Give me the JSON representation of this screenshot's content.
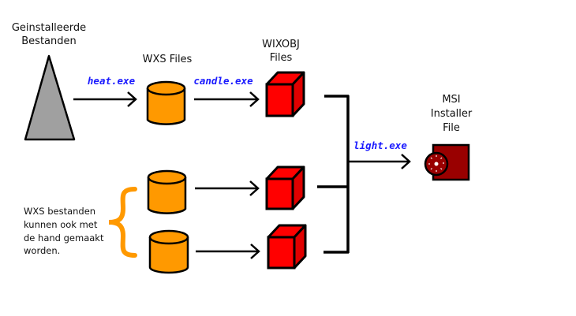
{
  "labels": {
    "installed_files": [
      "Geinstalleerde",
      "Bestanden"
    ],
    "wxs_files": "WXS Files",
    "wixobj_files": [
      "WIXOBJ",
      "Files"
    ],
    "msi_file": [
      "MSI",
      "Installer",
      "File"
    ],
    "handmade_note": [
      "WXS bestanden",
      "kunnen ook met",
      "de hand gemaakt",
      "worden."
    ]
  },
  "tools": {
    "heat": "heat.exe",
    "candle": "candle.exe",
    "light": "light.exe"
  },
  "colors": {
    "cylinder": "#FF9900",
    "cube": "#FF0000",
    "msi": "#990000",
    "triangle": "#A0A0A0",
    "tool_text": "#1A1AFF",
    "brace": "#FF9900"
  }
}
